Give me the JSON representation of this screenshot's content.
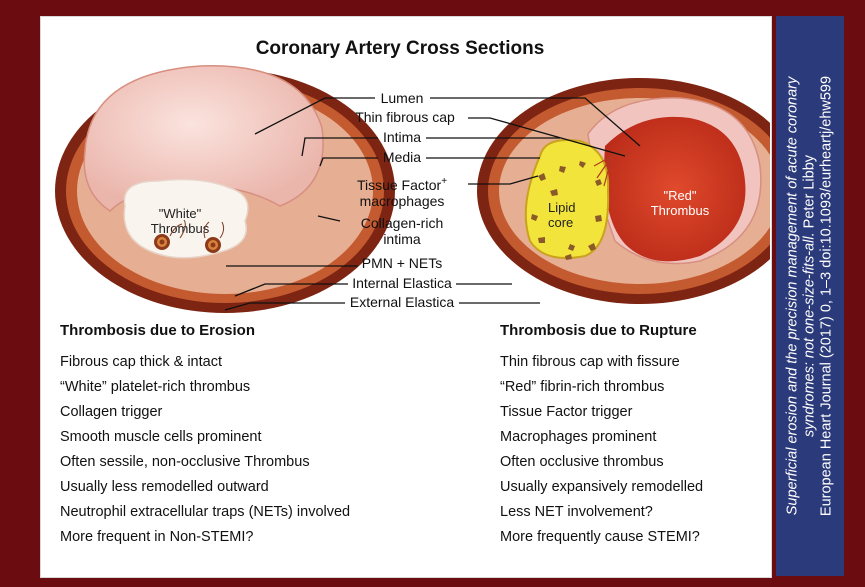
{
  "title": "Coronary Artery Cross Sections",
  "labels": {
    "lumen": "Lumen",
    "thin_fibrous_cap": "Thin fibrous cap",
    "intima": "Intima",
    "media": "Media",
    "tissue_factor_1": "Tissue Factor",
    "tissue_factor_sup": "+",
    "tissue_factor_2": "macrophages",
    "collagen_1": "Collagen-rich",
    "collagen_2": "intima",
    "pmn": "PMN + NETs",
    "internal_elastica": "Internal Elastica",
    "external_elastica": "External Elastica"
  },
  "left_artery": {
    "thrombus_1": "\"White\"",
    "thrombus_2": "Thrombus"
  },
  "right_artery": {
    "lipid_1": "Lipid",
    "lipid_2": "core",
    "thrombus_1": "\"Red\"",
    "thrombus_2": "Thrombus"
  },
  "erosion": {
    "title": "Thrombosis due to Erosion",
    "items": [
      "Fibrous cap thick & intact",
      "“White” platelet-rich thrombus",
      "Collagen trigger",
      "Smooth muscle cells prominent",
      "Often sessile, non-occlusive Thrombus",
      "Usually less remodelled outward",
      "Neutrophil extracellular traps (NETs) involved",
      "More frequent in Non-STEMI?"
    ]
  },
  "rupture": {
    "title": "Thrombosis due to Rupture",
    "items": [
      "Thin fibrous cap with fissure",
      "“Red” fibrin-rich thrombus",
      "Tissue Factor trigger",
      "Macrophages prominent",
      "Often occlusive thrombus",
      "Usually expansively remodelled",
      "Less NET involvement?",
      "More frequently cause STEMI?"
    ]
  },
  "citation": {
    "line1": "Superficial erosion and the precision management of acute coronary",
    "line2_italic": "syndromes: not one-size-fits-all.",
    "line2_author": "Peter Libby",
    "line3": "European Heart Journal (2017) 0, 1–3 doi:10.1093/eurheartj/ehw599"
  },
  "colors": {
    "background": "#6b0d10",
    "sidebar": "#2b3a7a",
    "artery_wall": "#8c2a16",
    "artery_media": "#c2562e",
    "intima": "#e8b49a",
    "lumen": "#f4cfc8",
    "white_thrombus": "#faf4ee",
    "lipid_core": "#f2e43a",
    "red_thrombus": "#d03a22"
  }
}
